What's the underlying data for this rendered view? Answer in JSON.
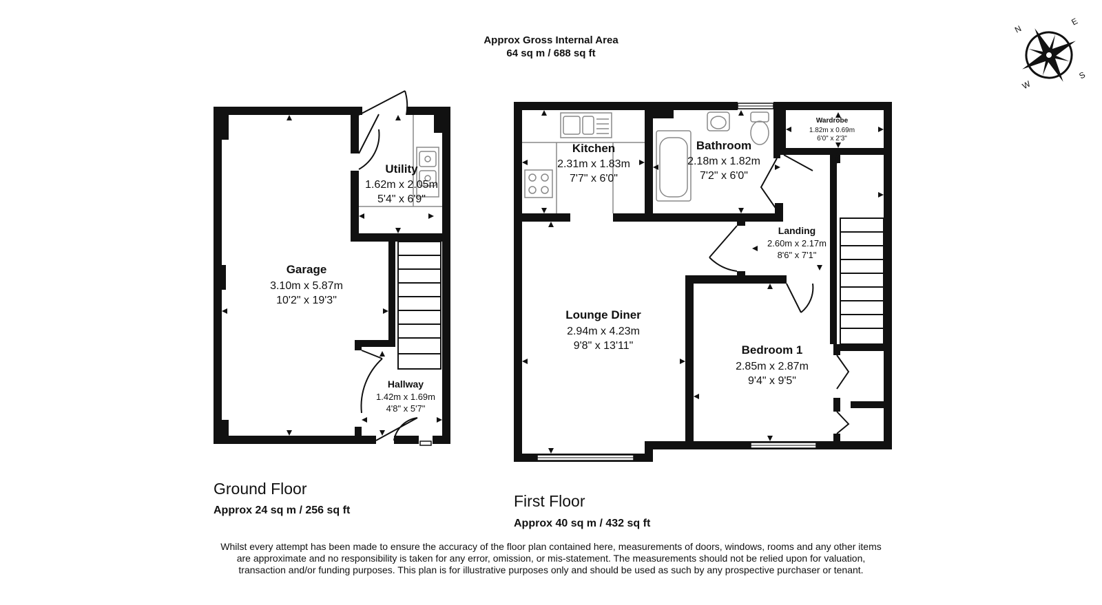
{
  "header": {
    "title": "Approx Gross Internal Area",
    "area": "64 sq m / 688 sq ft"
  },
  "compass": {
    "icon": "compass-rose-icon",
    "n": "N",
    "e": "E",
    "s": "S",
    "w": "W"
  },
  "ground_floor": {
    "label": "Ground Floor",
    "area": "Approx 24 sq m / 256 sq ft",
    "rooms": {
      "garage": {
        "name": "Garage",
        "metric": "3.10m x 5.87m",
        "imperial": "10'2\" x 19'3\""
      },
      "utility": {
        "name": "Utility",
        "metric": "1.62m x 2.05m",
        "imperial": "5'4\" x 6'9\""
      },
      "hallway": {
        "name": "Hallway",
        "metric": "1.42m x 1.69m",
        "imperial": "4'8\" x 5'7\""
      }
    }
  },
  "first_floor": {
    "label": "First Floor",
    "area": "Approx 40 sq m / 432 sq ft",
    "rooms": {
      "kitchen": {
        "name": "Kitchen",
        "metric": "2.31m x 1.83m",
        "imperial": "7'7\" x 6'0\""
      },
      "bathroom": {
        "name": "Bathroom",
        "metric": "2.18m x 1.82m",
        "imperial": "7'2\" x 6'0\""
      },
      "wardrobe": {
        "name": "Wardrobe",
        "metric": "1.82m x 0.69m",
        "imperial": "6'0\" x 2'3\""
      },
      "landing": {
        "name": "Landing",
        "metric": "2.60m x 2.17m",
        "imperial": "8'6\" x 7'1\""
      },
      "lounge": {
        "name": "Lounge Diner",
        "metric": "2.94m x 4.23m",
        "imperial": "9'8\" x 13'11\""
      },
      "bedroom1": {
        "name": "Bedroom 1",
        "metric": "2.85m x 2.87m",
        "imperial": "9'4\" x 9'5\""
      }
    }
  },
  "disclaimer": "Whilst every attempt has been made to ensure the accuracy of the floor plan contained here, measurements of doors, windows, rooms and any other items are approximate and no responsibility is taken for any error, omission, or mis-statement. The measurements should not be relied upon for valuation, transaction and/or funding purposes. This plan is for illustrative purposes only and should be used as such by any prospective purchaser or tenant.",
  "colors": {
    "wall": "#111111",
    "fixture": "#888888",
    "background": "#ffffff"
  }
}
